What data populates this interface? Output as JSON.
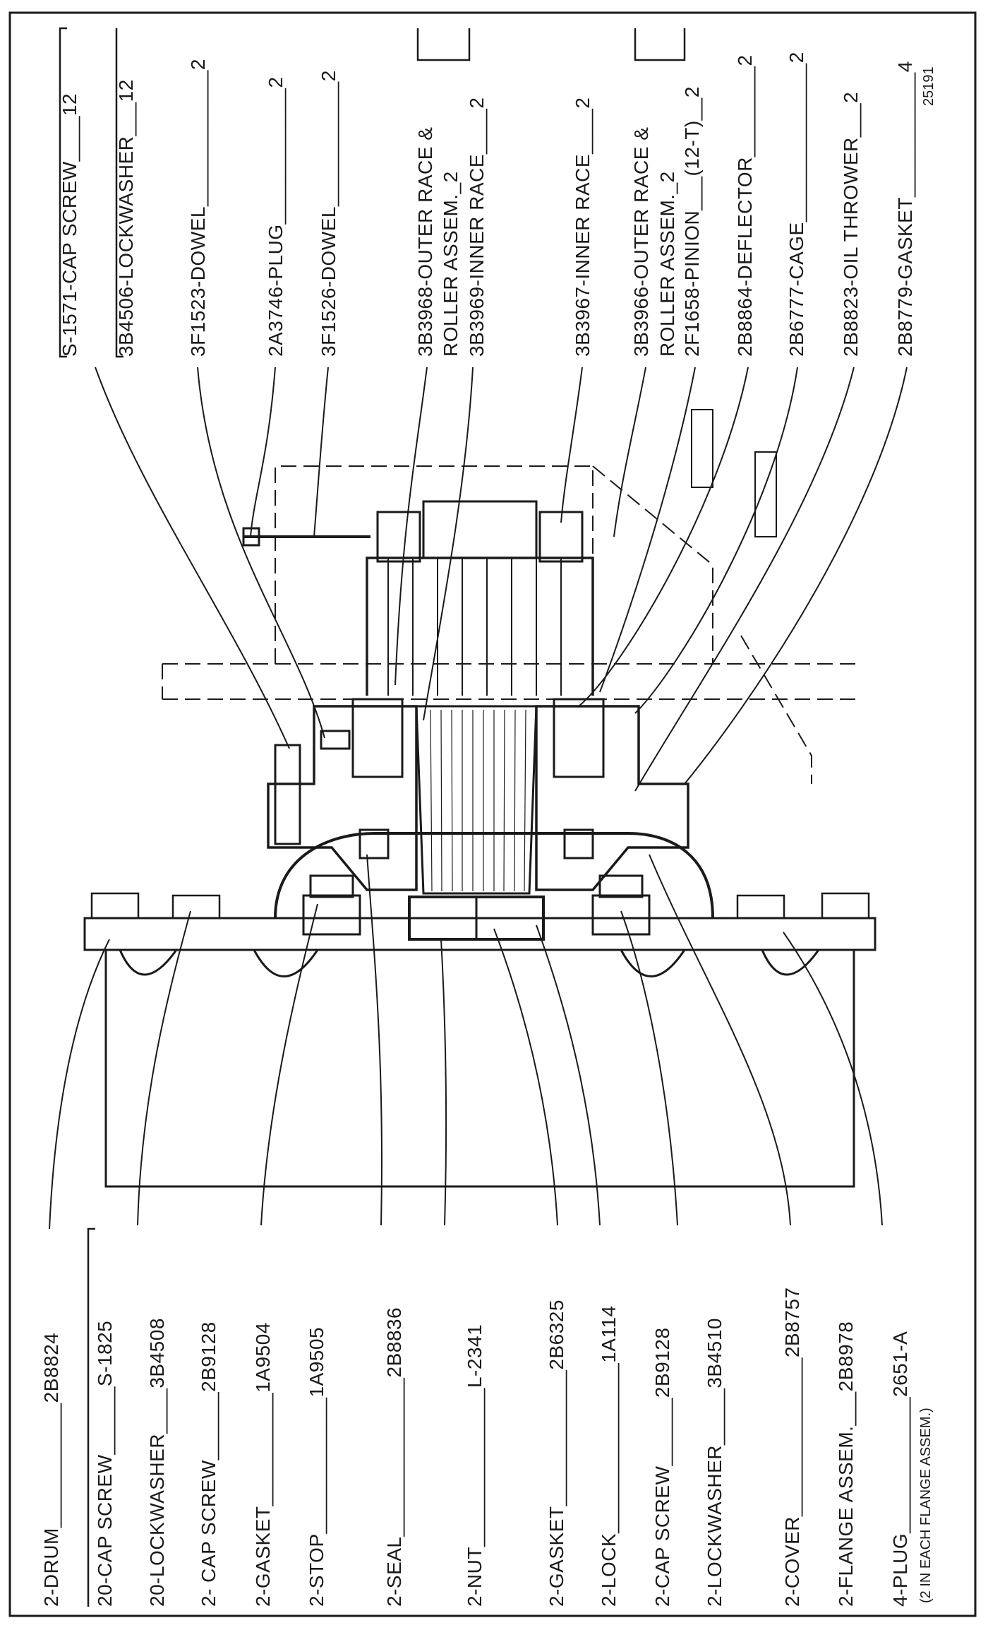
{
  "figure_code": "25191",
  "top_labels": [
    {
      "id": "t1",
      "text": "S-1571-CAP SCREW____12"
    },
    {
      "id": "t2",
      "text": "3B4506-LOCKWASHER___12"
    },
    {
      "id": "t3",
      "text": "3F1523-DOWEL____________2"
    },
    {
      "id": "t4",
      "text": "2A3746-PLUG____________2"
    },
    {
      "id": "t5",
      "text": "3F1526-DOWEL___________2"
    },
    {
      "id": "t6a",
      "text": "3B3968-OUTER RACE &"
    },
    {
      "id": "t6b",
      "text": "ROLLER ASSEM._2"
    },
    {
      "id": "t7",
      "text": "3B3969-INNER RACE____2"
    },
    {
      "id": "t8",
      "text": "3B3967-INNER RACE____2"
    },
    {
      "id": "t9a",
      "text": "3B3966-OUTER RACE &"
    },
    {
      "id": "t9b",
      "text": "ROLLER ASSEM._2"
    },
    {
      "id": "t10",
      "text": "2F1658-PINION___(12-T)__2"
    },
    {
      "id": "t11",
      "text": "2B8864-DEFLECTOR________2"
    },
    {
      "id": "t12",
      "text": "2B6777-CAGE______________2"
    },
    {
      "id": "t13",
      "text": "2B8823-OIL THROWER___2"
    },
    {
      "id": "t14",
      "text": "2B8779-GASKET___________4"
    }
  ],
  "bottom_labels": [
    {
      "id": "b1",
      "text": "2-DRUM___________2B8824"
    },
    {
      "id": "b2",
      "text": "20-CAP SCREW______S-1825"
    },
    {
      "id": "b3",
      "text": "20-LOCKWASHER____3B4508"
    },
    {
      "id": "b4",
      "text": "2- CAP SCREW______2B9128"
    },
    {
      "id": "b5",
      "text": "2-GASKET__________1A9504"
    },
    {
      "id": "b6",
      "text": "2-STOP____________1A9505"
    },
    {
      "id": "b7",
      "text": "2-SEAL______________2B8836"
    },
    {
      "id": "b8",
      "text": "2-NUT______________L-2341"
    },
    {
      "id": "b9",
      "text": "2-GASKET____________2B6325"
    },
    {
      "id": "b10",
      "text": "2-LOCK_______________1A114"
    },
    {
      "id": "b11",
      "text": "2-CAP SCREW______2B9128"
    },
    {
      "id": "b12",
      "text": "2-LOCKWASHER_____3B4510"
    },
    {
      "id": "b13",
      "text": "2-COVER______________2B8757"
    },
    {
      "id": "b14",
      "text": "2-FLANGE ASSEM.___2B8978"
    },
    {
      "id": "b15a",
      "text": "4-PLUG____________2651-A"
    },
    {
      "id": "b15b",
      "text": "(2 IN EACH FLANGE ASSEM.)"
    }
  ]
}
